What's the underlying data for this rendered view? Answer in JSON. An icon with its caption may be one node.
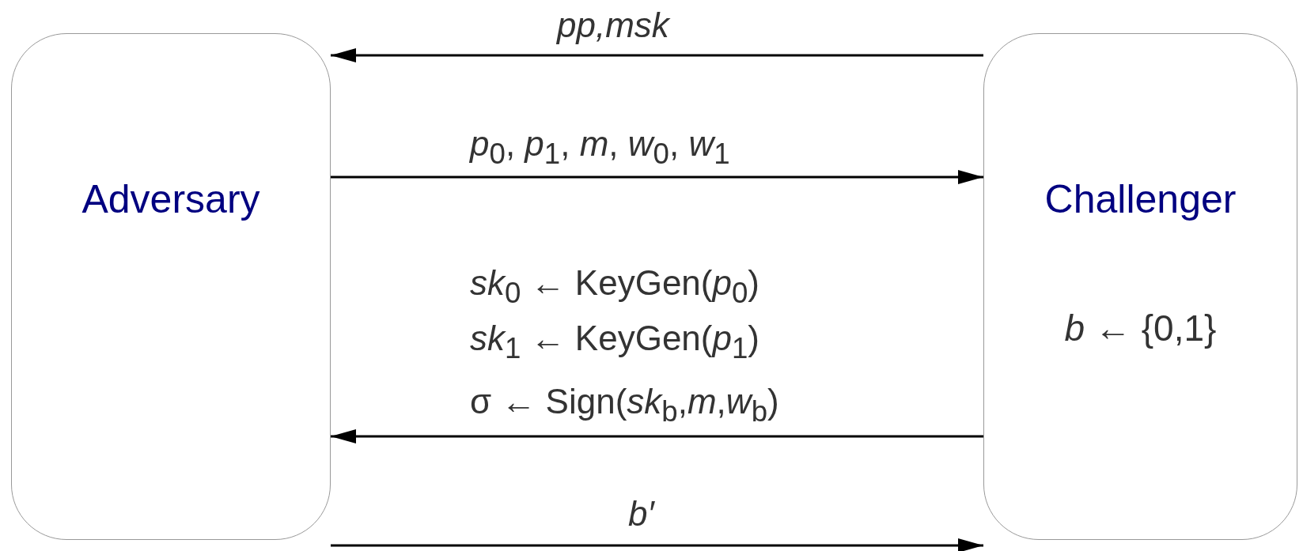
{
  "diagram": {
    "nodes": [
      {
        "text": [
          "Adversary"
        ]
      },
      {
        "text": [
          "Challenger",
          "*b* ← {0,1}"
        ]
      }
    ],
    "edges": [
      {
        "from": 1,
        "to": 0,
        "arrow": "to",
        "label": "pp,msk"
      },
      {
        "from": 0,
        "to": 1,
        "arrow": "to",
        "label": "*p*$_{0}$, *p*$_{1}$, *m*, *w*$_{0}$, *w*$_{1}$"
      },
      {
        "from": 1,
        "to": 0,
        "arrow": "to",
        "label": "σ ← Sign(*sk*$_{b}$,*m*,*w*$_{b}$)"
      },
      {
        "from": 0,
        "to": 1,
        "arrow": "to",
        "label": "b′"
      }
    ],
    "labels": [
      "*sk*$_{0}$ ← KeyGen(*p*$_{0}$)",
      "*sk*$_{1}$ ← KeyGen(*p*$_{1}$)"
    ]
  }
}
